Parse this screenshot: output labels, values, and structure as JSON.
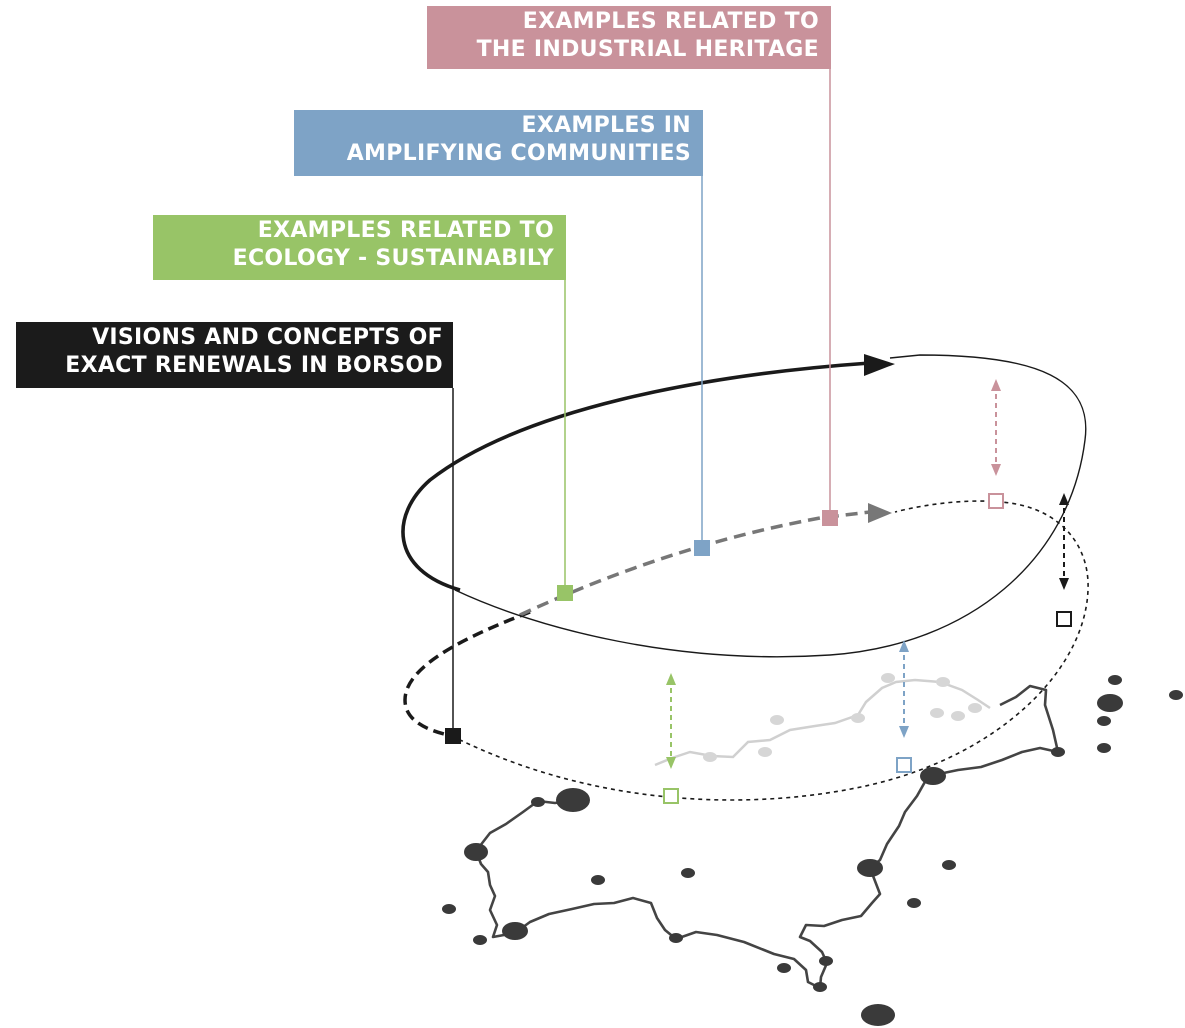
{
  "labels": {
    "heritage": {
      "line1": "EXAMPLES RELATED TO",
      "line2": "THE INDUSTRIAL HERITAGE",
      "color": "#c9929b"
    },
    "communities": {
      "line1": "EXAMPLES IN",
      "line2": "AMPLIFYING COMMUNITIES",
      "color": "#7ea3c6"
    },
    "ecology": {
      "line1": "EXAMPLES RELATED TO",
      "line2": "ECOLOGY - SUSTAINABILY",
      "color": "#98c467"
    },
    "visions": {
      "line1": "VISIONS AND CONCEPTS OF",
      "line2": "EXACT RENEWALS IN BORSOD",
      "color": "#1b1b1b"
    }
  },
  "colors": {
    "loop_outline": "#1a1a1a",
    "trajectory_dash": "#777777",
    "map_border": "#444444",
    "map_cities": "#3a3a3a",
    "projection_line": "#d0d0d0",
    "projection_dots": "#d6d6d6"
  }
}
